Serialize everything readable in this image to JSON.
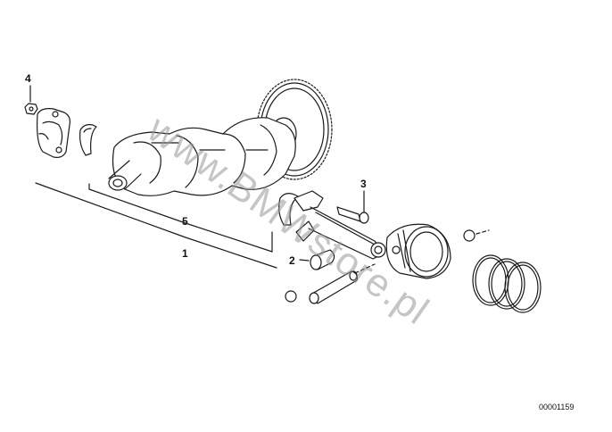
{
  "callouts": {
    "c1": "1",
    "c2": "2",
    "c3": "3",
    "c4": "4",
    "c5": "5"
  },
  "reference_code": "00001159",
  "watermark": "www.BMWstore.pl",
  "colors": {
    "line": "#1a1a1a",
    "watermark": "#969696",
    "background": "#ffffff"
  }
}
